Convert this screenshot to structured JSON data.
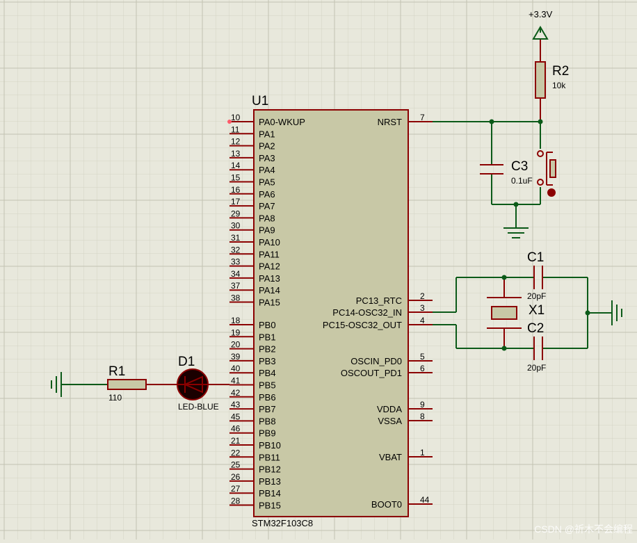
{
  "chip": {
    "ref": "U1",
    "part": "STM32F103C8",
    "left_pins": [
      {
        "num": "10",
        "name": "PA0-WKUP"
      },
      {
        "num": "11",
        "name": "PA1"
      },
      {
        "num": "12",
        "name": "PA2"
      },
      {
        "num": "13",
        "name": "PA3"
      },
      {
        "num": "14",
        "name": "PA4"
      },
      {
        "num": "15",
        "name": "PA5"
      },
      {
        "num": "16",
        "name": "PA6"
      },
      {
        "num": "17",
        "name": "PA7"
      },
      {
        "num": "29",
        "name": "PA8"
      },
      {
        "num": "30",
        "name": "PA9"
      },
      {
        "num": "31",
        "name": "PA10"
      },
      {
        "num": "32",
        "name": "PA11"
      },
      {
        "num": "33",
        "name": "PA12"
      },
      {
        "num": "34",
        "name": "PA13"
      },
      {
        "num": "37",
        "name": "PA14"
      },
      {
        "num": "38",
        "name": "PA15"
      },
      {
        "num": "18",
        "name": "PB0"
      },
      {
        "num": "19",
        "name": "PB1"
      },
      {
        "num": "20",
        "name": "PB2"
      },
      {
        "num": "39",
        "name": "PB3"
      },
      {
        "num": "40",
        "name": "PB4"
      },
      {
        "num": "41",
        "name": "PB5"
      },
      {
        "num": "42",
        "name": "PB6"
      },
      {
        "num": "43",
        "name": "PB7"
      },
      {
        "num": "45",
        "name": "PB8"
      },
      {
        "num": "46",
        "name": "PB9"
      },
      {
        "num": "21",
        "name": "PB10"
      },
      {
        "num": "22",
        "name": "PB11"
      },
      {
        "num": "25",
        "name": "PB12"
      },
      {
        "num": "26",
        "name": "PB13"
      },
      {
        "num": "27",
        "name": "PB14"
      },
      {
        "num": "28",
        "name": "PB15"
      }
    ],
    "right_pins": [
      {
        "num": "7",
        "name": "NRST"
      },
      {
        "num": "2",
        "name": "PC13_RTC"
      },
      {
        "num": "3",
        "name": "PC14-OSC32_IN"
      },
      {
        "num": "4",
        "name": "PC15-OSC32_OUT"
      },
      {
        "num": "5",
        "name": "OSCIN_PD0"
      },
      {
        "num": "6",
        "name": "OSCOUT_PD1"
      },
      {
        "num": "9",
        "name": "VDDA"
      },
      {
        "num": "8",
        "name": "VSSA"
      },
      {
        "num": "1",
        "name": "VBAT"
      },
      {
        "num": "44",
        "name": "BOOT0"
      }
    ]
  },
  "components": {
    "power": "+3.3V",
    "r2": {
      "ref": "R2",
      "value": "10k"
    },
    "c3": {
      "ref": "C3",
      "value": "0.1uF"
    },
    "c1": {
      "ref": "C1",
      "value": "20pF"
    },
    "c2": {
      "ref": "C2",
      "value": "20pF"
    },
    "x1": {
      "ref": "X1"
    },
    "r1": {
      "ref": "R1",
      "value": "110"
    },
    "d1": {
      "ref": "D1",
      "value": "LED-BLUE"
    }
  },
  "watermark": "CSDN @祈木不会编程",
  "colors": {
    "background": "#e8e8dc",
    "grid_minor": "#d6d6c8",
    "grid_major": "#c4c4b4",
    "body_fill": "#c8c8a6",
    "component": "#8b0000",
    "wire": "#0b5a18",
    "junction": "#0b5a18"
  }
}
